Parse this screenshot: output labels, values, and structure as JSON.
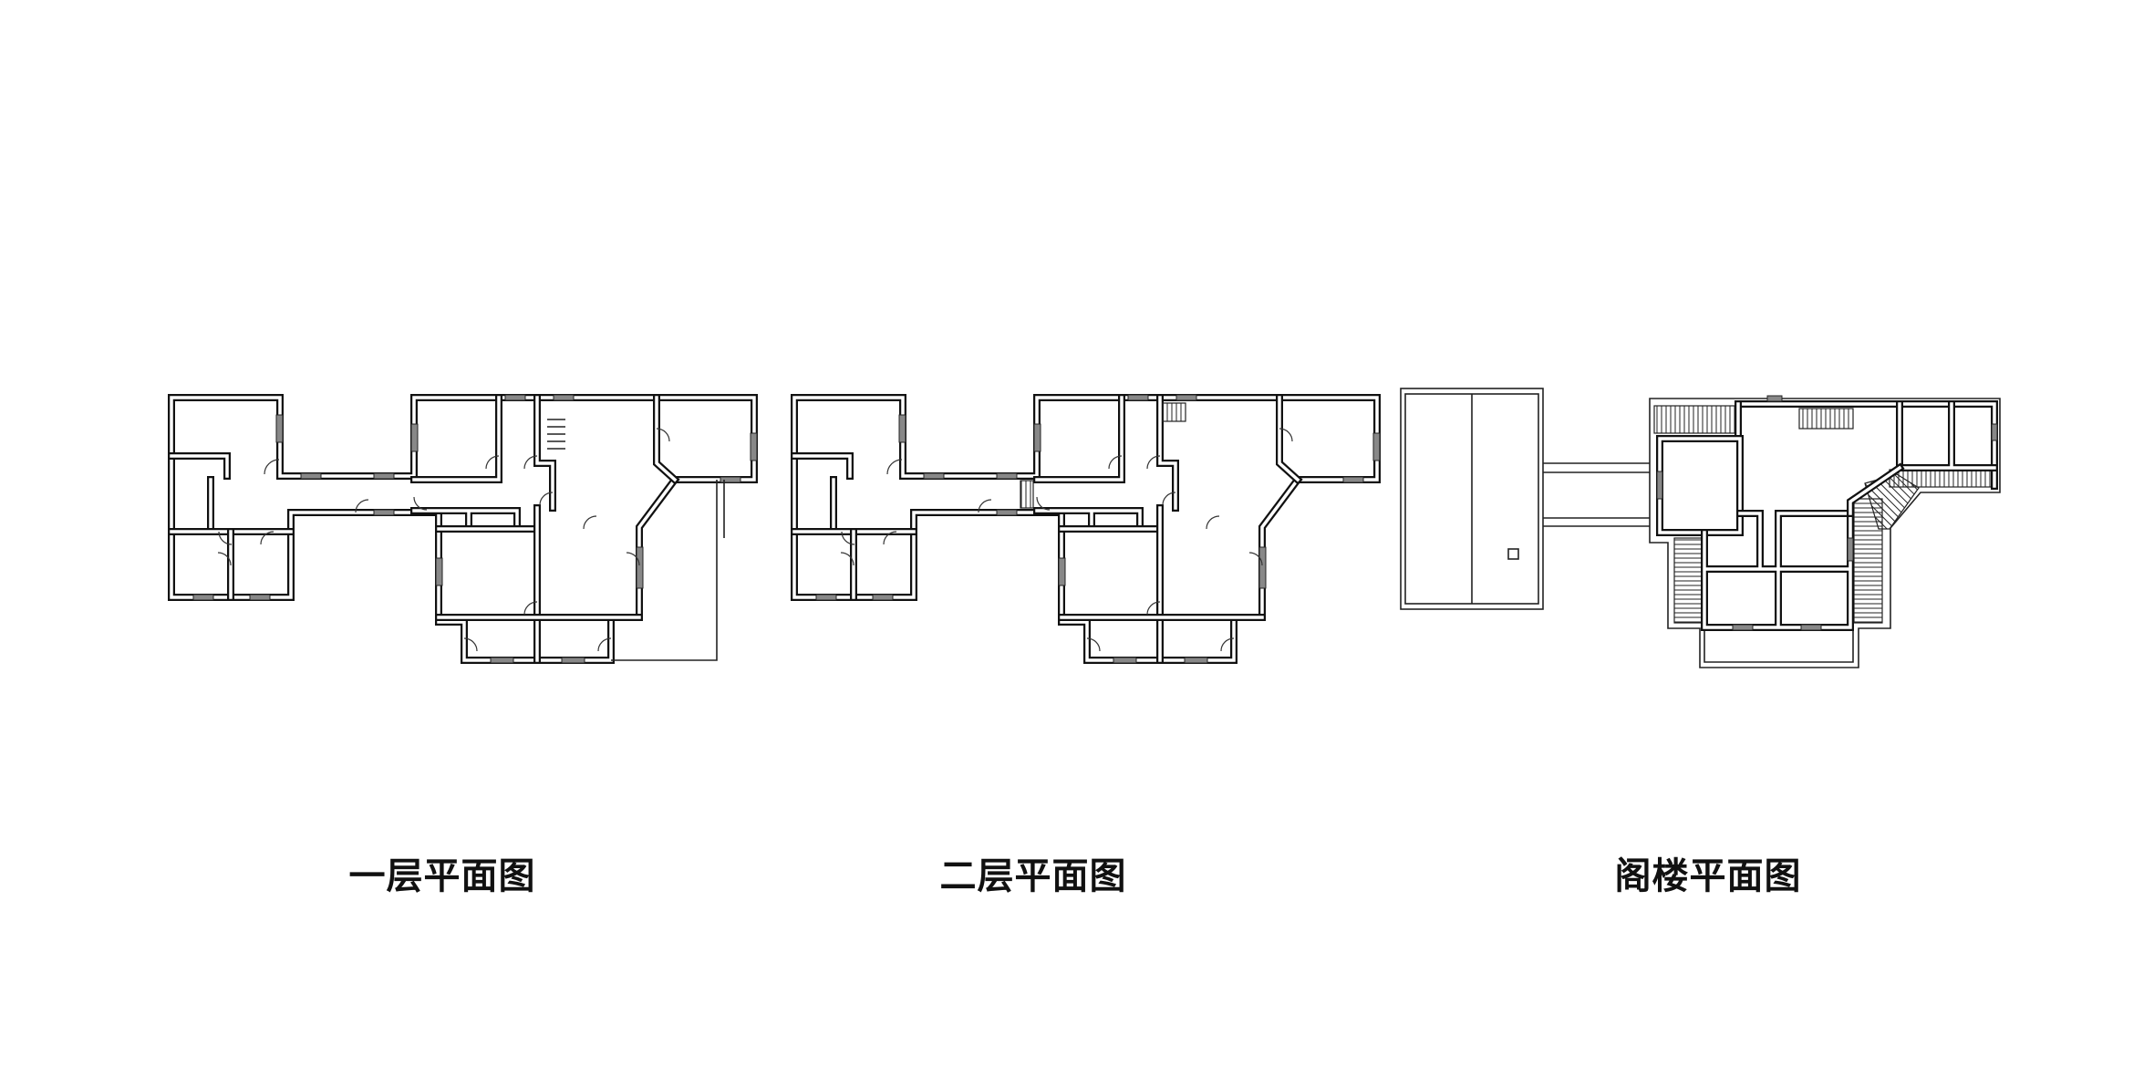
{
  "plans": [
    {
      "id": "first-floor",
      "title": "一层平面图"
    },
    {
      "id": "second-floor",
      "title": "二层平面图"
    },
    {
      "id": "attic",
      "title": "阁楼平面图"
    }
  ],
  "colors": {
    "wall": "#111111",
    "window": "#888888",
    "background": "#ffffff"
  }
}
